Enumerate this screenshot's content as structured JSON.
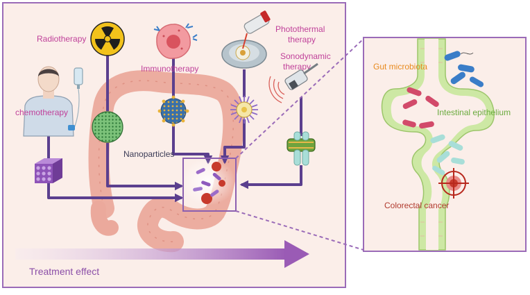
{
  "labels": {
    "radiotherapy": "Radiotherapy",
    "immunotherapy": "Immunotherapy",
    "photothermal_line1": "Photothermal",
    "photothermal_line2": "therapy",
    "sonodynamic_line1": "Sonodynamic",
    "sonodynamic_line2": "therapy",
    "chemotherapy": "chemotherapy",
    "nanoparticles": "Nanoparticles",
    "treatment_effect": "Treatment effect"
  },
  "inset": {
    "gut_microbiota": "Gut microbiota",
    "intestinal_epithelium": "Intestinal epithelium",
    "colorectal_cancer": "Colorectal cancer"
  },
  "colors": {
    "frame": "#9a6bb8",
    "panel_bg": "#fbeee9",
    "arrow": "#5b3f8e",
    "label_pink": "#c0419a",
    "gut_microbiota_label": "#e88a1e",
    "epithelium_label": "#6aaa3e",
    "cancer_label": "#b03a2e",
    "colon": "#eba99c",
    "epithelium": "#cde8a4"
  },
  "icons": {
    "radiotherapy": "radiation-hazard-icon",
    "immunotherapy": "immune-cell-icon",
    "photothermal": "laser-device-icon",
    "sonodynamic": "ultrasound-probe-icon",
    "chemotherapy": "iv-drip-patient-icon",
    "target": "crosshair-target-icon"
  }
}
